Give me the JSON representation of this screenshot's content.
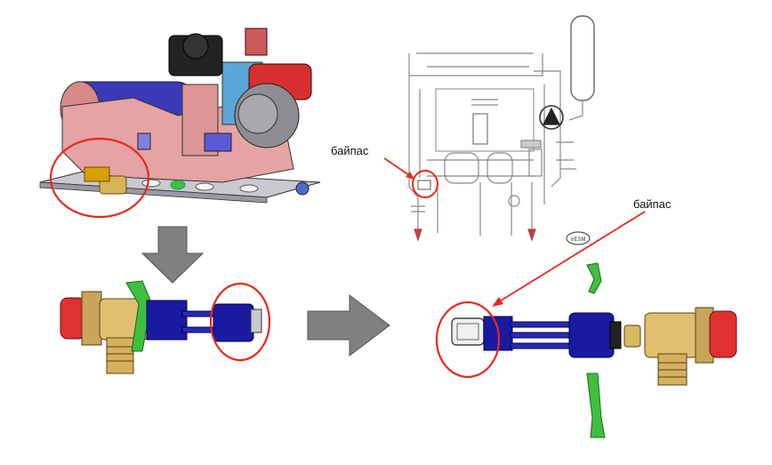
{
  "annotations": {
    "bypass_schematic": "байпас",
    "bypass_exploded": "байпас"
  },
  "schematic": {
    "badge_text": "VESM"
  },
  "colors": {
    "highlight_circle": "#e8291c",
    "arrow_fill": "#808080",
    "blue_part": "#1a1aa0",
    "brass": "#d7b35a",
    "cap_red": "#e03030",
    "clip_green": "#3fbf3f"
  }
}
